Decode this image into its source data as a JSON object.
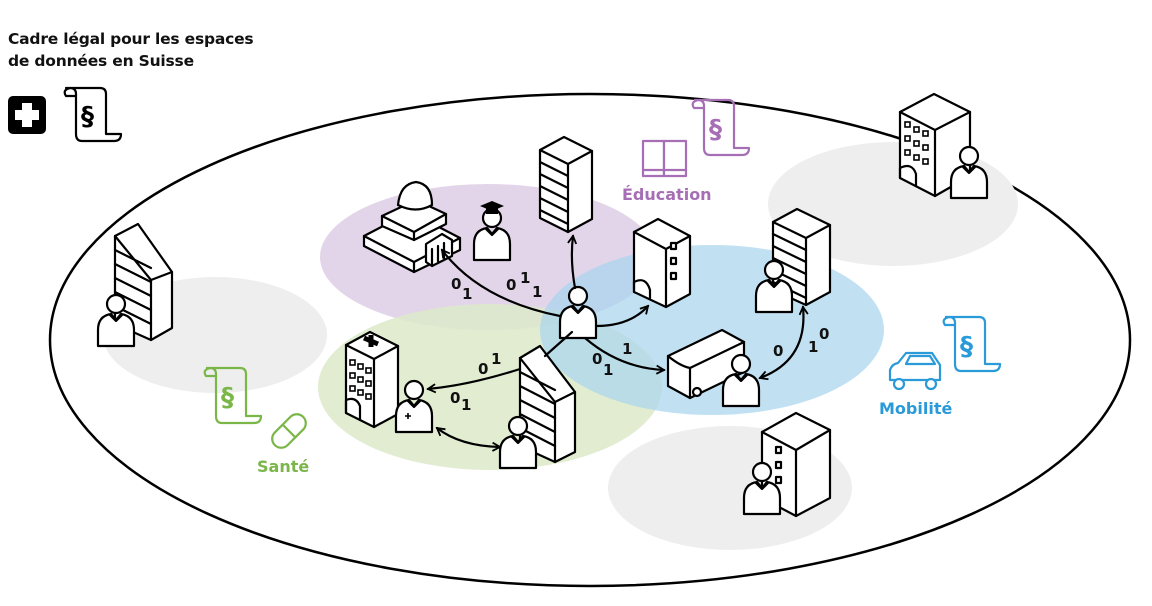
{
  "title": {
    "line1": "Cadre légal pour les espaces",
    "line2": "de données en Suisse"
  },
  "legend_icons": [
    "swiss-cross-icon",
    "law-scroll-icon"
  ],
  "domains": {
    "education": {
      "label": "Éducation",
      "color": "#a66fb5",
      "fill": "#e1d3e8",
      "icons": [
        "book-icon",
        "law-scroll-icon"
      ]
    },
    "sante": {
      "label": "Santé",
      "color": "#7ab648",
      "fill": "#dce9c9",
      "icons": [
        "law-scroll-icon",
        "pill-icon"
      ]
    },
    "mobilite": {
      "label": "Mobilité",
      "color": "#2a9ad8",
      "fill": "#bfdff2",
      "icons": [
        "car-icon",
        "law-scroll-icon"
      ]
    }
  },
  "neutral_fill": "#eeeeee",
  "scroll_symbol": "§",
  "data_flows": [
    {
      "from": "central-person",
      "to": "university",
      "bits": [
        "0",
        "1",
        "0",
        "1",
        "1"
      ]
    },
    {
      "from": "central-person",
      "to": "striped-tower",
      "bits": []
    },
    {
      "from": "central-person",
      "to": "office-building",
      "bits": []
    },
    {
      "from": "central-person",
      "to": "bus-person",
      "bits": [
        "1",
        "0",
        "1"
      ]
    },
    {
      "from": "sloped-building",
      "to": "doctor",
      "bits": [
        "0",
        "1",
        "0",
        "1"
      ]
    },
    {
      "from": "doctor",
      "to": "sloped-building-person",
      "bits": []
    },
    {
      "from": "bus-person",
      "to": "tower-person",
      "bits": [
        "0",
        "1",
        "0"
      ]
    }
  ],
  "bits": {
    "b1": "0",
    "b2": "1",
    "b3": "0",
    "b4": "1",
    "b5": "1",
    "b6": "0",
    "b7": "1",
    "b8": "0",
    "b9": "1",
    "b10": "1",
    "b11": "0",
    "b12": "1",
    "b13": "0",
    "b14": "1",
    "b15": "0"
  }
}
